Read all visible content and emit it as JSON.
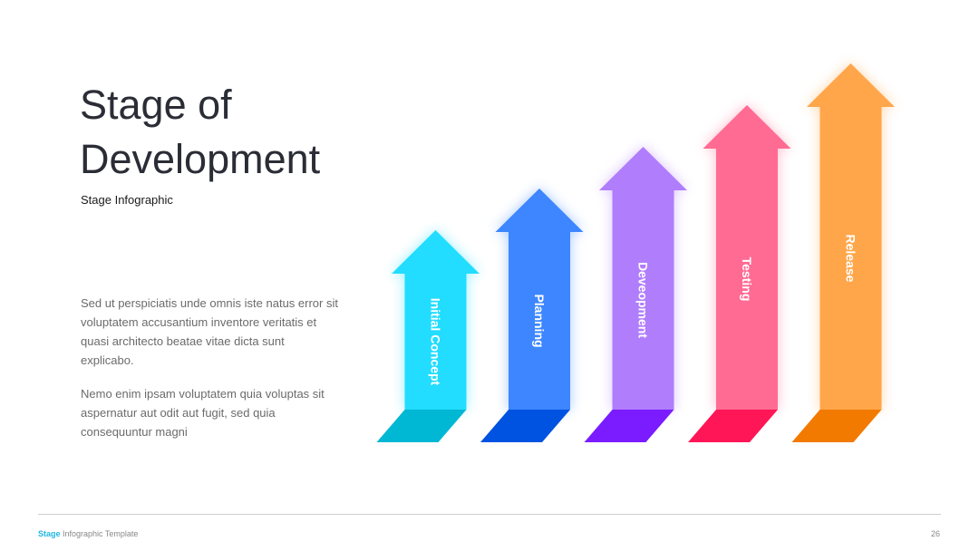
{
  "title": {
    "line1": "Stage of",
    "line2": "Development"
  },
  "subtitle": "Stage Infographic",
  "paragraphs": [
    "Sed ut perspiciatis unde omnis iste natus error sit voluptatem accusantium inventore veritatis et quasi architecto beatae vitae dicta sunt explicabo.",
    "Nemo enim ipsam voluptatem quia voluptas sit aspernatur aut odit aut fugit, sed quia consequuntur magni"
  ],
  "stages": [
    {
      "label": "Initial Concept",
      "color": "#22ddff",
      "base_color": "#00b7d4"
    },
    {
      "label": "Planning",
      "color": "#3d86ff",
      "base_color": "#0052e0"
    },
    {
      "label": "Deveopment",
      "color": "#b07dfc",
      "base_color": "#7a1cff"
    },
    {
      "label": "Testing",
      "color": "#ff6b93",
      "base_color": "#ff1656"
    },
    {
      "label": "Release",
      "color": "#ffa64a",
      "base_color": "#f27a00"
    }
  ],
  "footer": {
    "brand": "Stage",
    "text": "Infographic Template",
    "page": "26"
  }
}
